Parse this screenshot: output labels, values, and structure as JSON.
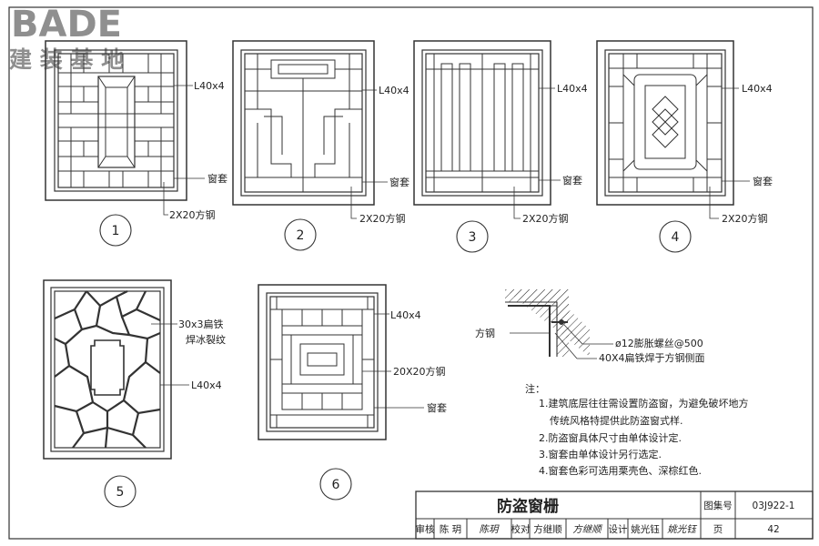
{
  "watermark": {
    "brand": "BADE",
    "subtitle": "建 装 基 地"
  },
  "windows": [
    {
      "number": "1",
      "callouts": [
        "L40x4",
        "窗套",
        "2X20方钢"
      ]
    },
    {
      "number": "2",
      "callouts": [
        "L40x4",
        "窗套",
        "2X20方钢"
      ]
    },
    {
      "number": "3",
      "callouts": [
        "L40x4",
        "窗套",
        "2X20方钢"
      ]
    },
    {
      "number": "4",
      "callouts": [
        "L40x4",
        "窗套",
        "2X20方钢"
      ]
    },
    {
      "number": "5",
      "callouts": [
        "30x3扁铁",
        "焊冰裂纹",
        "L40x4"
      ]
    },
    {
      "number": "6",
      "callouts": [
        "L40x4",
        "20X20方钢",
        "窗套"
      ]
    }
  ],
  "detail": {
    "left_label": "方钢",
    "bolt_label": "ø12膨胀螺丝@500",
    "flat_label": "40X4扁铁焊于方钢侧面"
  },
  "notes": {
    "heading": "注：",
    "items": [
      "1.建筑底层往往需设置防盗窗，为避免破坏地方",
      "传统风格特提供此防盗窗式样.",
      "2.防盗窗具体尺寸由单体设计定.",
      "3.窗套由单体设计另行选定.",
      "4.窗套色彩可选用栗壳色、深棕红色."
    ]
  },
  "title_block": {
    "title": "防盗窗栅",
    "atlas_label": "图集号",
    "atlas_value": "03J922-1",
    "review_label": "审核",
    "reviewer": "陈 玥",
    "review_sig": "陈玥",
    "check_label": "校对",
    "checker": "方继顺",
    "check_sig": "方继顺",
    "design_label": "设计",
    "designer": "姚光钰",
    "design_sig": "姚光钰",
    "page_label": "页",
    "page_value": "42"
  }
}
